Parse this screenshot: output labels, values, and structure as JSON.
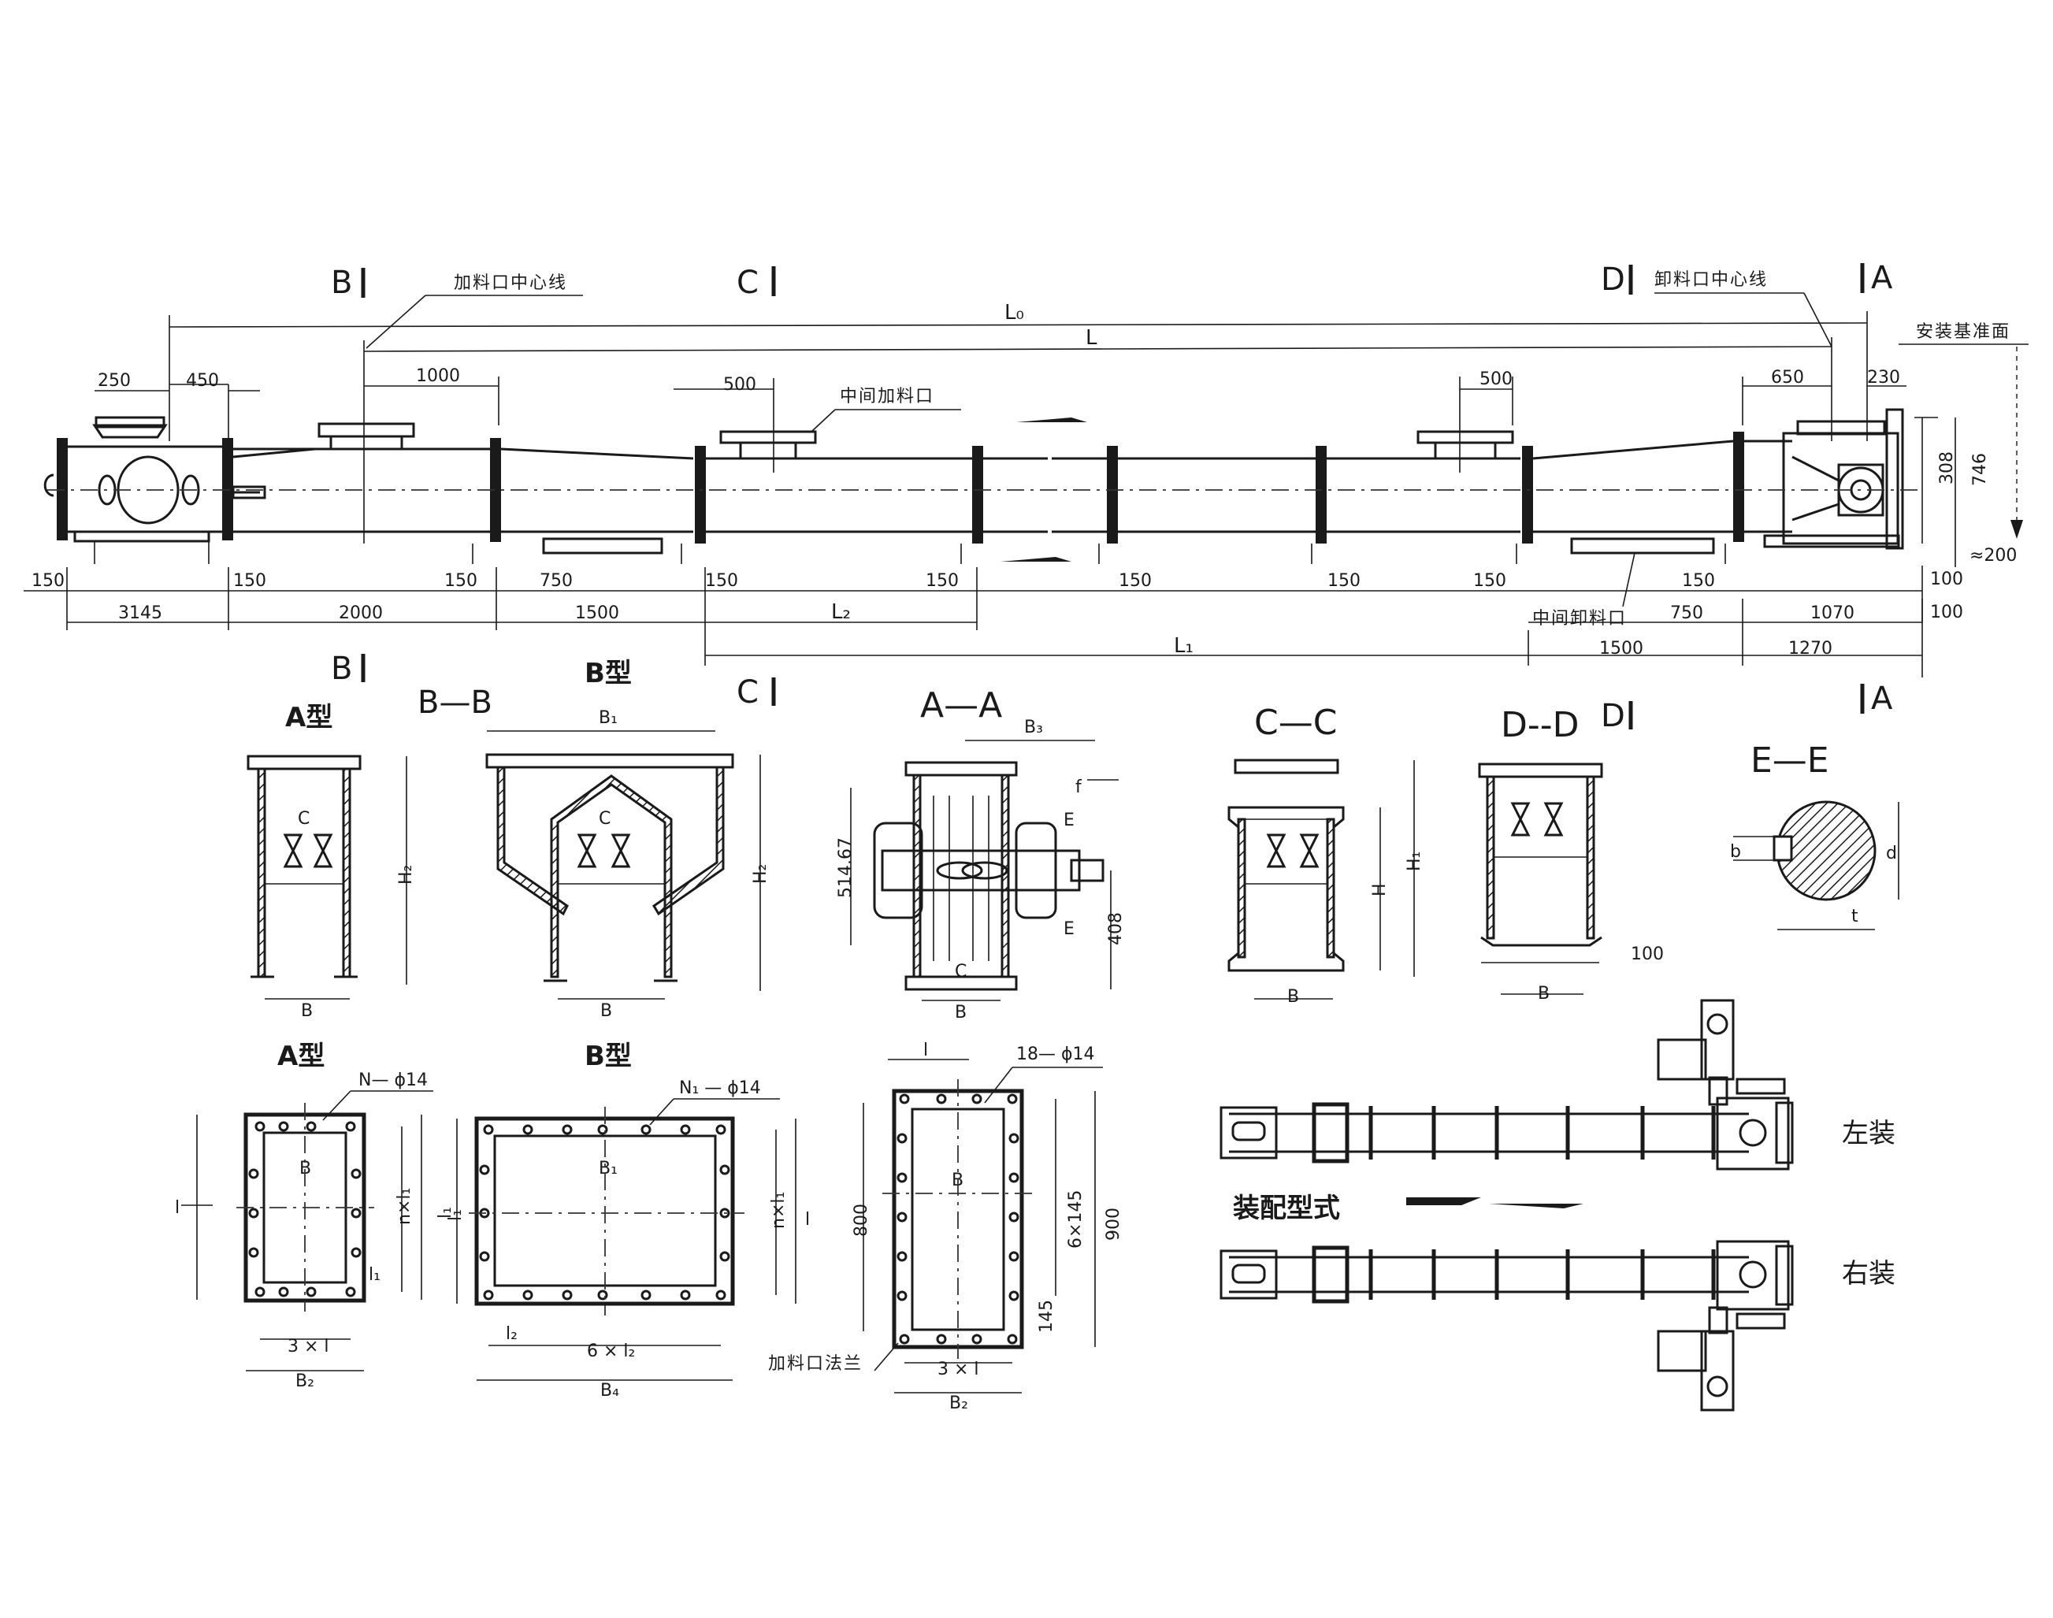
{
  "section_markers": {
    "b_top": "B",
    "c_top": "C",
    "d_top": "D",
    "a_top": "A",
    "b_bottom": "B",
    "c_bottom": "C",
    "d_bottom": "D",
    "a_bottom": "A"
  },
  "main_view": {
    "labels": {
      "feed_center": "加料口中心线",
      "discharge_center": "卸料口中心线",
      "install_datum": "安装基准面",
      "middle_feed": "中间加料口",
      "middle_discharge": "中间卸料口"
    },
    "dimensions": {
      "L0": "L₀",
      "L": "L",
      "L1": "L₁",
      "L2": "L₂",
      "d250": "250",
      "d450": "450",
      "d1000": "1000",
      "d500a": "500",
      "d500b": "500",
      "d650": "650",
      "d230": "230",
      "d308": "308",
      "d746": "746",
      "d200": "≈200",
      "d150_1": "150",
      "d150_2": "150",
      "d150_3": "150",
      "d150_4": "150",
      "d150_5": "150",
      "d150_6": "150",
      "d150_7": "150",
      "d150_8": "150",
      "d150_9": "150",
      "d750a": "750",
      "d750b": "750",
      "d3145": "3145",
      "d2000": "2000",
      "d1500a": "1500",
      "d1500b": "1500",
      "d1070": "1070",
      "d1270": "1270",
      "d100a": "100",
      "d100b": "100"
    }
  },
  "sections": {
    "bb": {
      "title": "B—B",
      "a_type": "A型",
      "b_type": "B型",
      "B1": "B₁",
      "B": "B",
      "B_b": "B",
      "C": "C",
      "C_b": "C",
      "H2": "H₂",
      "H2_b": "H₂"
    },
    "aa": {
      "title": "A—A",
      "B3": "B₃",
      "f": "f",
      "E1": "E",
      "E2": "E",
      "v514": "514.67",
      "v408": "408",
      "C": "C",
      "B": "B"
    },
    "cc": {
      "title": "C—C",
      "H1": "H₁",
      "H": "H",
      "B": "B"
    },
    "dd": {
      "title": "D--D",
      "v100": "100",
      "B": "B"
    },
    "ee": {
      "title": "E—E",
      "b": "b",
      "d": "d",
      "t": "t"
    }
  },
  "flanges": {
    "a_type": {
      "title": "A型",
      "holes": "N— ϕ14",
      "B": "B",
      "nxl1": "n×l₁",
      "l1": "l₁",
      "l1b": "l₁",
      "l": "l",
      "three_l": "3 × l",
      "B2": "B₂"
    },
    "b_type": {
      "title": "B型",
      "holes": "N₁ — ϕ14",
      "B1": "B₁",
      "nxl1": "n×l₁",
      "l1a": "l₁",
      "l": "l",
      "l2": "l₂",
      "six_l2": "6 × l₂",
      "B4": "B₄"
    },
    "feed": {
      "holes": "18— ϕ14",
      "l": "l",
      "B": "B",
      "v800": "800",
      "v6x145": "6×145",
      "v900": "900",
      "v145": "145",
      "three_l": "3 × l",
      "B2": "B₂",
      "label": "加料口法兰"
    }
  },
  "assembly": {
    "title": "装配型式",
    "left": "左装",
    "right": "右装"
  }
}
